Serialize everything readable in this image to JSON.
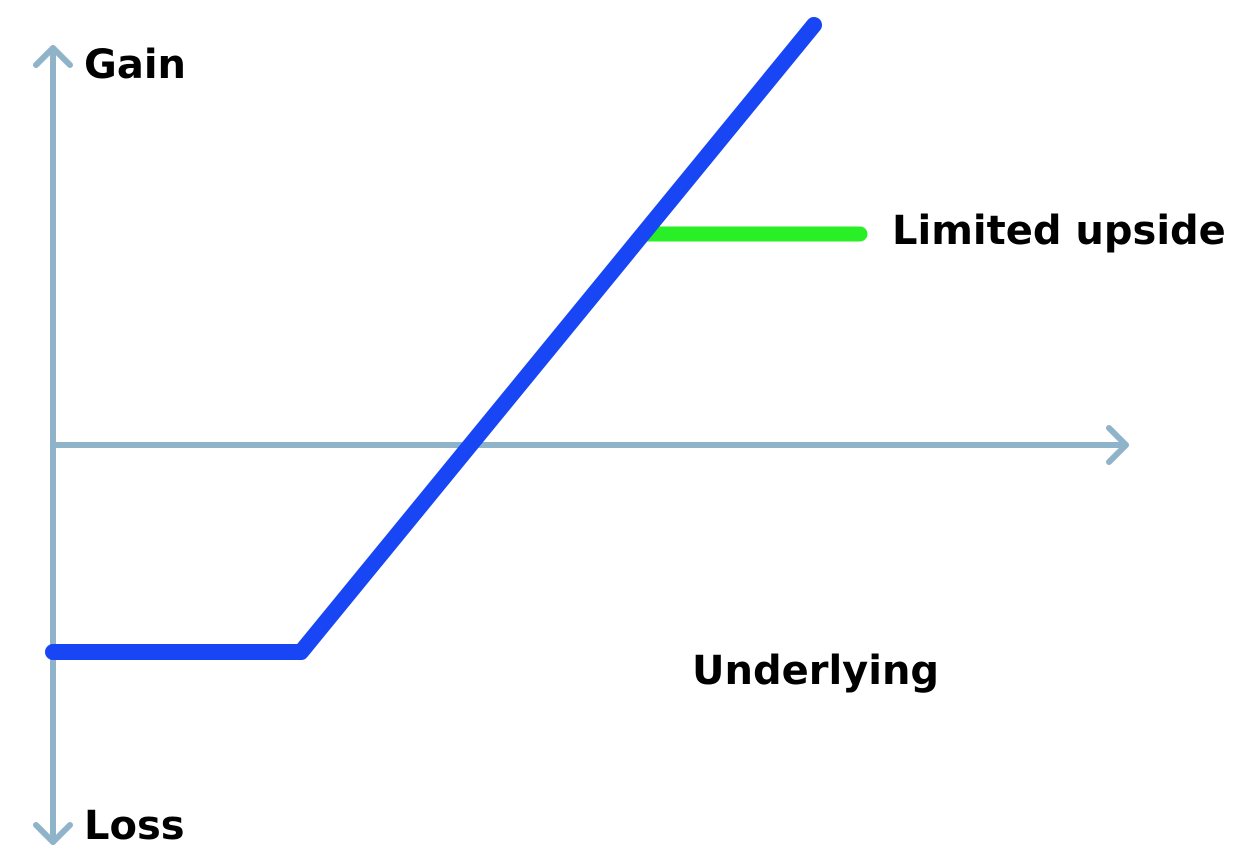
{
  "labels": {
    "gain": "Gain",
    "loss": "Loss",
    "limited_upside": "Limited upside",
    "underlying": "Underlying"
  },
  "colors": {
    "axis": "#8fb4c9",
    "payoff": "#1846f5",
    "limited_upside_marker": "#29f026",
    "text": "#000000"
  }
}
